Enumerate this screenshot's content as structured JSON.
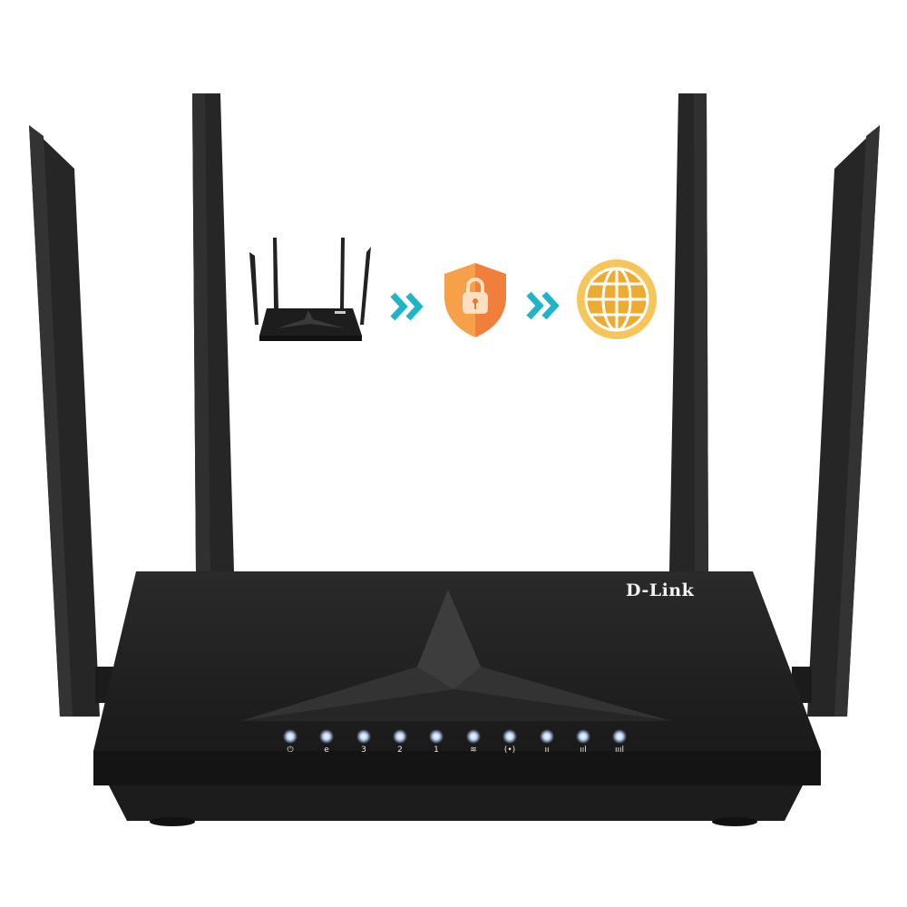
{
  "brand": {
    "logo_text": "D-Link"
  },
  "colors": {
    "router_body": "#1f1f1f",
    "led": "#bcd6ff",
    "arrow": "#21b3c8",
    "shield_left": "#f7a04a",
    "shield_right": "#f07f3b",
    "globe": "#f4b63e"
  },
  "led_indicators": [
    {
      "icon": "power-icon",
      "glyph": "⏻"
    },
    {
      "icon": "internet-icon",
      "glyph": "e"
    },
    {
      "icon": "lan3-icon",
      "glyph": "3"
    },
    {
      "icon": "lan2-icon",
      "glyph": "2"
    },
    {
      "icon": "lan1-icon",
      "glyph": "1"
    },
    {
      "icon": "wifi-icon",
      "glyph": "≋"
    },
    {
      "icon": "wps-icon",
      "glyph": "(•)"
    },
    {
      "icon": "signal-low-icon",
      "glyph": "ıı"
    },
    {
      "icon": "signal-mid-icon",
      "glyph": "ııl"
    },
    {
      "icon": "signal-high-icon",
      "glyph": "ıııl"
    }
  ],
  "diagram": [
    "router-icon",
    "arrow-icon",
    "shield-lock-icon",
    "arrow-icon",
    "globe-icon"
  ]
}
